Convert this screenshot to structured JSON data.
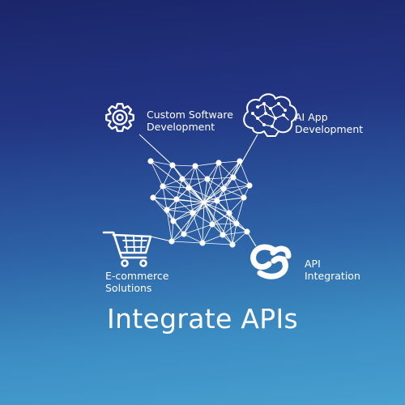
{
  "title": "Integrate APIs",
  "colors": {
    "background_top": "#1b2669",
    "background_bottom": "#47a0cf",
    "foreground": "#ffffff"
  },
  "features": [
    {
      "icon": "gear-icon",
      "line1": "Custom Software",
      "line2": "Development"
    },
    {
      "icon": "brain-icon",
      "line1": "AI App",
      "line2": "Development"
    },
    {
      "icon": "shopping-cart-icon",
      "line1": "E-commerce",
      "line2": "Solutions"
    },
    {
      "icon": "api-link-icon",
      "line1": "API",
      "line2": "Integration"
    }
  ]
}
